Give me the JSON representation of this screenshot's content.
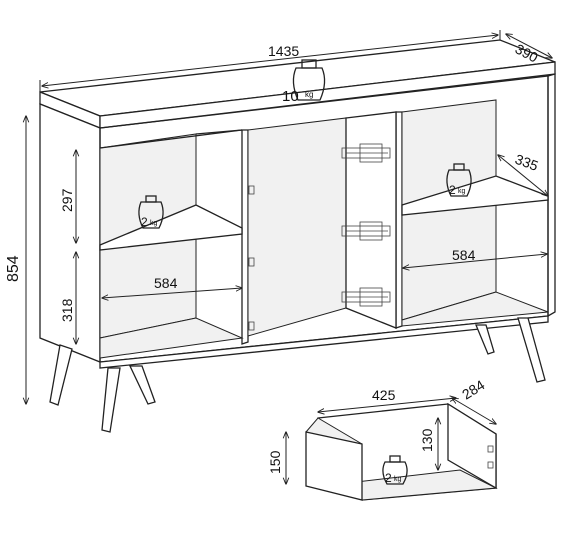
{
  "dimensions": {
    "width": "1435",
    "depth": "390",
    "height": "854",
    "upper_shelf_gap": "297",
    "lower_shelf_gap": "318",
    "left_shelf_width": "584",
    "right_shelf_width": "584",
    "right_shelf_depth": "335",
    "drawer_width": "425",
    "drawer_depth": "284",
    "drawer_height": "150",
    "drawer_inner_height": "130"
  },
  "load_labels": {
    "top": "10",
    "left_shelf": "2",
    "right_shelf": "2",
    "drawer": "2"
  },
  "units": {
    "weight_symbol": "kg"
  },
  "colors": {
    "line": "#222222",
    "background": "#ffffff",
    "panel_shade": "#f1f1f1"
  },
  "icons": [
    "weight-icon",
    "hinge-icon",
    "dimension-arrow-icon"
  ]
}
